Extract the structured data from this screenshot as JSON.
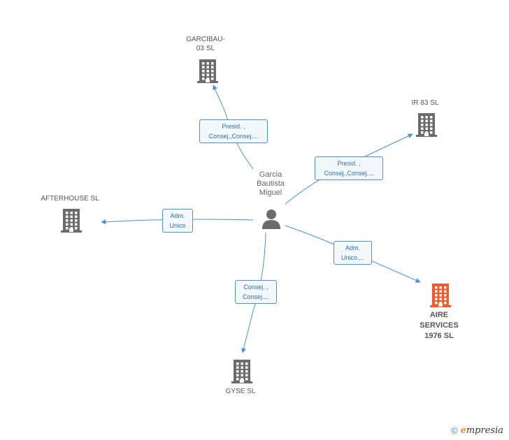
{
  "colors": {
    "edge": "#4a8fd8",
    "building": "#6b6b6b",
    "focus_building": "#ef5b2d",
    "person": "#6b6b6b"
  },
  "person": {
    "label": "Garcia Bautista Miguel",
    "lines": [
      "Garcia",
      "Bautista",
      "Miguel"
    ],
    "icon": "person-icon"
  },
  "companies": [
    {
      "id": "garcibau",
      "lines": [
        "GARCIBAU-",
        "03 SL"
      ],
      "focus": false,
      "icon": "building-icon"
    },
    {
      "id": "ir83",
      "lines": [
        "IR 83 SL"
      ],
      "focus": false,
      "icon": "building-icon"
    },
    {
      "id": "afterhouse",
      "lines": [
        "AFTERHOUSE SL"
      ],
      "focus": false,
      "icon": "building-icon"
    },
    {
      "id": "aire",
      "lines": [
        "AIRE",
        "SERVICES",
        "1976 SL"
      ],
      "focus": true,
      "icon": "building-icon"
    },
    {
      "id": "gyse",
      "lines": [
        "GYSE SL"
      ],
      "focus": false,
      "icon": "building-icon"
    }
  ],
  "roles": [
    {
      "target": "garcibau",
      "lines": [
        "Presid. ,",
        "Consej.,Consej...."
      ]
    },
    {
      "target": "ir83",
      "lines": [
        "Presid. ,",
        "Consej.,Consej...."
      ]
    },
    {
      "target": "afterhouse",
      "lines": [
        "Adm.",
        "Unico"
      ]
    },
    {
      "target": "aire",
      "lines": [
        "Adm.",
        "Unico,..."
      ]
    },
    {
      "target": "gyse",
      "lines": [
        "Consej. ,",
        "Consej...."
      ]
    }
  ],
  "footer": {
    "copyright": "©",
    "brand_initial": "e",
    "brand_rest": "mpresia"
  }
}
